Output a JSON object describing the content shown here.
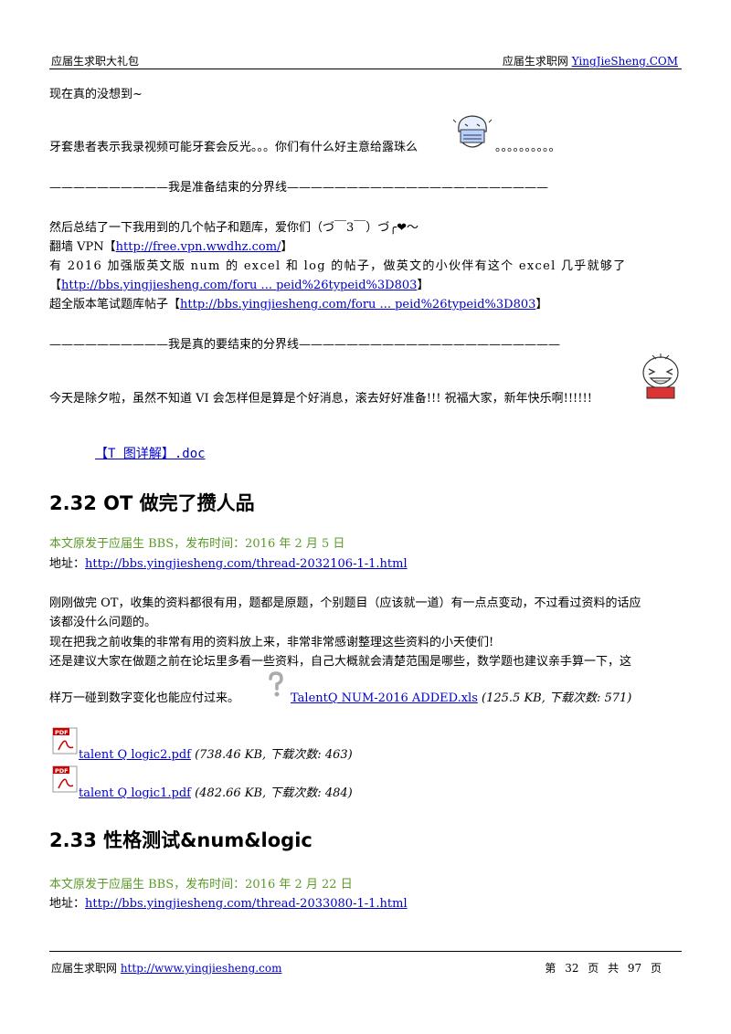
{
  "header": {
    "left": "应届生求职大礼包",
    "right_text": "应届生求职网 ",
    "right_link": "YingJieSheng.COM"
  },
  "content": {
    "l1": "现在真的没想到~",
    "l2": "牙套患者表示我录视频可能牙套会反光。。。你们有什么好主意给露珠么",
    "l2_tail": "。。。。。。。。。。",
    "sep1": "——————————我是准备结束的分界线——————————————————————",
    "l3": "然后总结了一下我用到的几个帖子和题库，爱你们（づ￣3￣）づ╭❤～",
    "l4_pre": "翻墙 VPN【",
    "l4_link": "http://free.vpn.wwdhz.com/",
    "l4_post": "】",
    "l5": "有 2016 加强版英文版 num 的 excel 和 log 的帖子，做英文的小伙伴有这个 excel 几乎就够了",
    "l6_pre": "【",
    "l6_link": "http://bbs.yingjiesheng.com/foru ... peid%26typeid%3D803",
    "l6_post": "】",
    "l7_pre": "超全版本笔试题库帖子【",
    "l7_link": "http://bbs.yingjiesheng.com/foru ... peid%26typeid%3D803",
    "l7_post": "】",
    "sep2": "——————————我是真的要结束的分界线——————————————————————",
    "l8": "今天是除夕啦，虽然不知道 VI 会怎样但是算是个好消息，滚去好好准备!!! 祝福大家，新年快乐啊!!!!!!",
    "doc_link": "【T 图详解】.doc"
  },
  "section_232": {
    "title": "2.32 OT 做完了攒人品",
    "meta": "本文原发于应届生 BBS，发布时间：2016 年 2 月 5 日",
    "addr_label": "地址：",
    "addr_link": "http://bbs.yingjiesheng.com/thread-2032106-1-1.html",
    "p1a": "刚刚做完 OT，收集的资料都很有用，题都是原题，个别题目（应该就一道）有一点点变动，不过看过资料的话应",
    "p1b": "该都没什么问题的。",
    "p2": "现在把我之前收集的非常有用的资料放上来，非常非常感谢整理这些资料的小天使们!",
    "p3a": "还是建议大家在做题之前在论坛里多看一些资料，自己大概就会清楚范围是哪些，数学题也建议亲手算一下，这",
    "p3b": "样万一碰到数字变化也能应付过来。",
    "att1_name": "TalentQ NUM-2016 ADDED.xls",
    "att1_meta": " (125.5 KB,  下载次数: 571)",
    "att2_name": "talent Q logic2.pdf",
    "att2_meta": " (738.46 KB,  下载次数: 463)",
    "att3_name": "talent Q logic1.pdf",
    "att3_meta": " (482.66 KB,  下载次数: 484)",
    "pdf_badge": "PDF"
  },
  "section_233": {
    "title": "2.33 性格测试&num&logic",
    "meta": "本文原发于应届生 BBS，发布时间：2016 年 2 月 22 日",
    "addr_label": "地址：",
    "addr_link": "http://bbs.yingjiesheng.com/thread-2033080-1-1.html"
  },
  "footer": {
    "left_text": "应届生求职网 ",
    "left_link": "http://www.yingjiesheng.com",
    "right": "第 32 页 共 97 页"
  }
}
